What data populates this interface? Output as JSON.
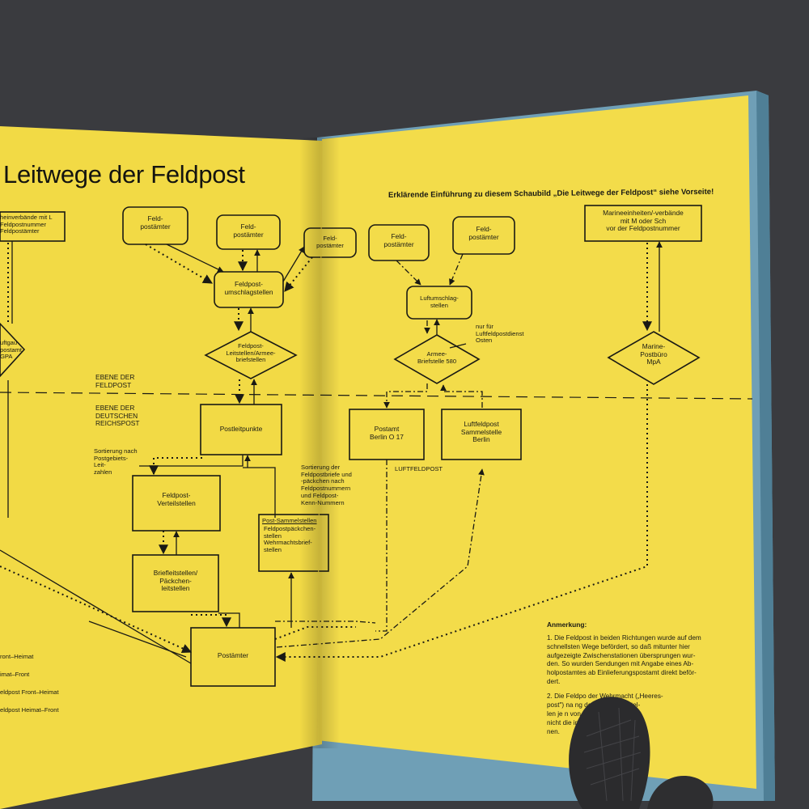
{
  "page": {
    "title": "Leitwege der Feldpost",
    "subtitle": "Erklärende Einführung zu diesem Schaubild „Die Leitwege der Feldpost“ siehe Vorseite!"
  },
  "levels": {
    "feldpost": "EBENE DER\nFELDPOST",
    "reichspost": "EBENE DER\nDEUTSCHEN\nREICHSPOST"
  },
  "nodes": {
    "left_unit": "heinverbände mit L\nFeldpostnummer\nFeldpostämter",
    "left_diamond": "uftgau-\npostamt\nGPA",
    "feldpostaemter_1": "Feld-\npostämter",
    "feldpostaemter_2": "Feld-\npostämter",
    "feldpostaemter_3": "Feld-\npostämter",
    "feldpostaemter_4": "Feld-\npostämter",
    "feldpostaemter_5": "Feld-\npostämter",
    "umschlagstellen": "Feldpost-\numschlagstellen",
    "leitstellen": "Feldpost-\nLeitstellen/Armee-\nbriefstellen",
    "luftumschlag": "Luftumschlag-\nstellen",
    "armee_briefstelle": "Armee-\nBriefstelle 580",
    "marine_units": "Marineeinheiten/-verbände\nmit M oder Sch\nvor der Feldpostnummer",
    "marine_postbuero": "Marine-\nPostbüro\nMpA",
    "postleitpunkte": "Postleitpunkte",
    "postamt_berlin": "Postamt\nBerlin O 17",
    "luftfeldpost_berlin": "Luftfeldpost\nSammelstelle\nBerlin",
    "verteilstellen": "Feldpost-\nVerteilstellen",
    "briefleitstellen": "Briefleitstellen/\nPäckchen-\nleitstellen",
    "post_sammelstellen_head": "Post-Sammelstellen",
    "post_sammelstellen_body": "Feldpostpäckchen-\nstellen\nWehrmachtsbrief-\nstellen",
    "postaemter": "Postämter"
  },
  "labels": {
    "luftfeldpostdienst_note": "nur für\nLuftfeldpostdienst\nOsten",
    "sortierung_1": "Sortierung nach\nPostgebiets-\nLeit-\nzahlen",
    "sortierung_2": "Sortierung der\nFeldpostbriefe und\n-päckchen nach\nFeldpostnummern\nund Feldpost-\nKenn-Nummern",
    "luftfeldpost": "LUFTFELDPOST"
  },
  "legend": [
    "ront–Heimat",
    "imat–Front",
    "eldpost Front–Heimat",
    "eldpost Heimat–Front"
  ],
  "annotation": {
    "heading": "Anmerkung:",
    "item_1": "1. Die Feldpost in beiden Richtungen wurde auf dem\n    schnellsten Wege befördert, so daß mitunter hier\n    aufgezeigte Zwischenstationen übersprungen wur-\n    den. So wurden Sendungen mit Angabe eines Ab-\n    holpostamtes ab Einlieferungspostamt direkt beför-\n    dert.",
    "item_2_lines": [
      "2. Die Feldpo        der Wehrmacht („Heeres-",
      "    post\") na           ng der Armeebriefstel-",
      "    len je n            von Absender–Empfän-",
      "    nicht                 die in dieser Übersicht",
      "                              nen."
    ]
  },
  "colors": {
    "page_yellow": "#f3dc4a",
    "ink": "#1a1a14",
    "cover_blue": "#6f9fb6",
    "background": "#3a3b3f"
  }
}
